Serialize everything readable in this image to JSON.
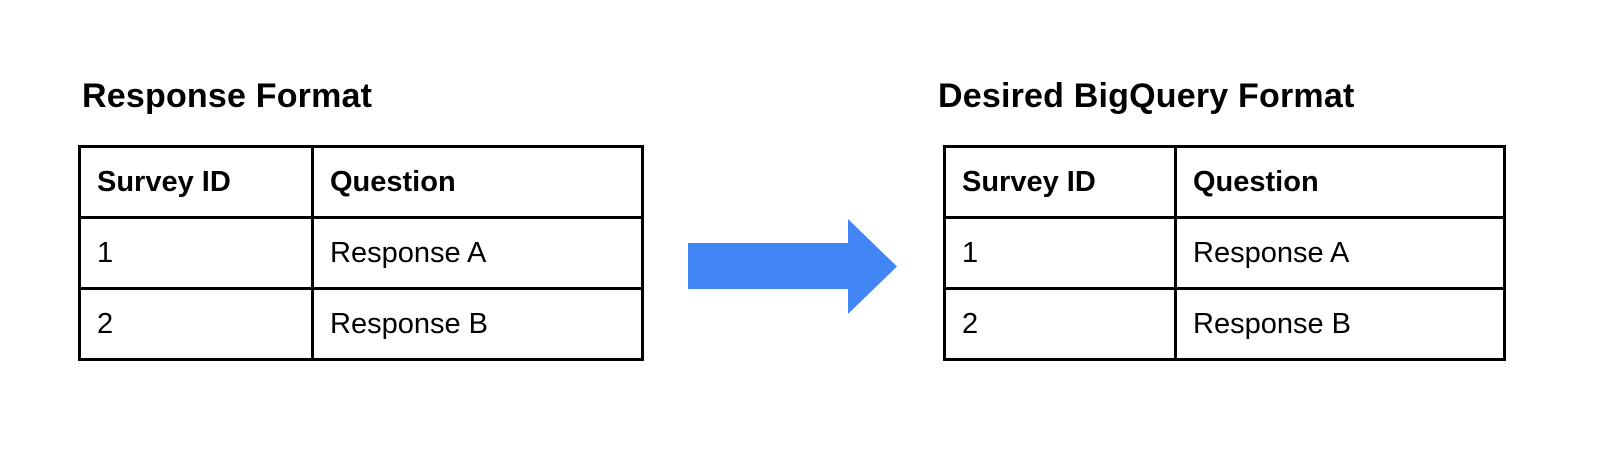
{
  "diagram": {
    "left": {
      "title": "Response Format",
      "table": {
        "headers": [
          "Survey ID",
          "Question"
        ],
        "rows": [
          [
            "1",
            "Response A"
          ],
          [
            "2",
            "Response B"
          ]
        ]
      }
    },
    "right": {
      "title": "Desired BigQuery Format",
      "table": {
        "headers": [
          "Survey ID",
          "Question"
        ],
        "rows": [
          [
            "1",
            "Response A"
          ],
          [
            "2",
            "Response B"
          ]
        ]
      }
    },
    "arrow": {
      "icon": "right-arrow",
      "color": "#4285f4"
    },
    "colors": {
      "background": "#ffffff",
      "border": "#000000",
      "text": "#000000"
    }
  }
}
